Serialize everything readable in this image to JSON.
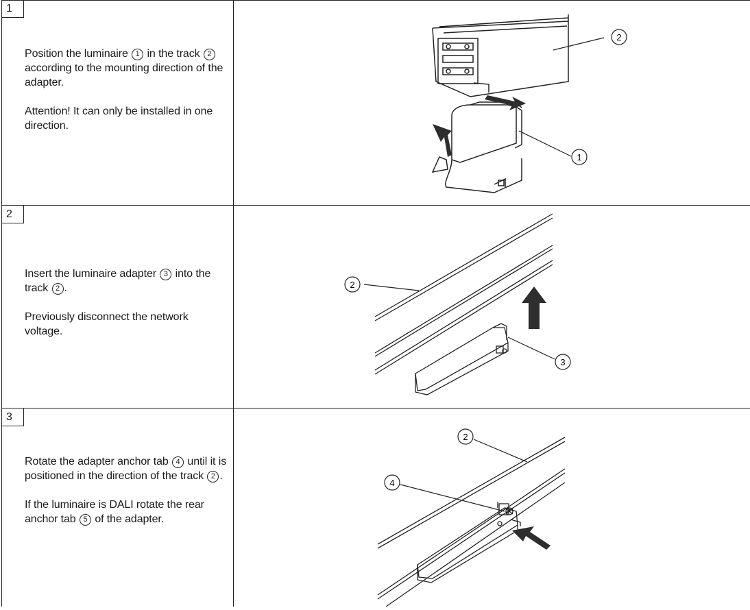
{
  "steps": [
    {
      "number": "1",
      "line1_pre": "Position the luminaire ",
      "line1_ref1": "1",
      "line1_mid": " in the track ",
      "line1_ref2": "2",
      "line1_post": " according to the mounting direction of the adapter.",
      "note": "Attention! It can only be installed in one direction.",
      "callouts": [
        "2",
        "1"
      ]
    },
    {
      "number": "2",
      "line1_pre": "Insert the luminaire adapter ",
      "line1_ref1": "3",
      "line1_mid": " into the track ",
      "line1_ref2": "2",
      "line1_post": ".",
      "note": "Previously disconnect the network voltage.",
      "callouts": [
        "2",
        "3"
      ]
    },
    {
      "number": "3",
      "line1_pre": "Rotate the adapter anchor tab ",
      "line1_ref1": "4",
      "line1_mid": " until it is positioned in the direction of the track ",
      "line1_ref2": "2",
      "line1_post": ".",
      "note_pre": "If the luminaire is DALI rotate the rear anchor tab ",
      "note_ref": "5",
      "note_post": " of the adapter.",
      "callouts": [
        "2",
        "4"
      ]
    }
  ]
}
